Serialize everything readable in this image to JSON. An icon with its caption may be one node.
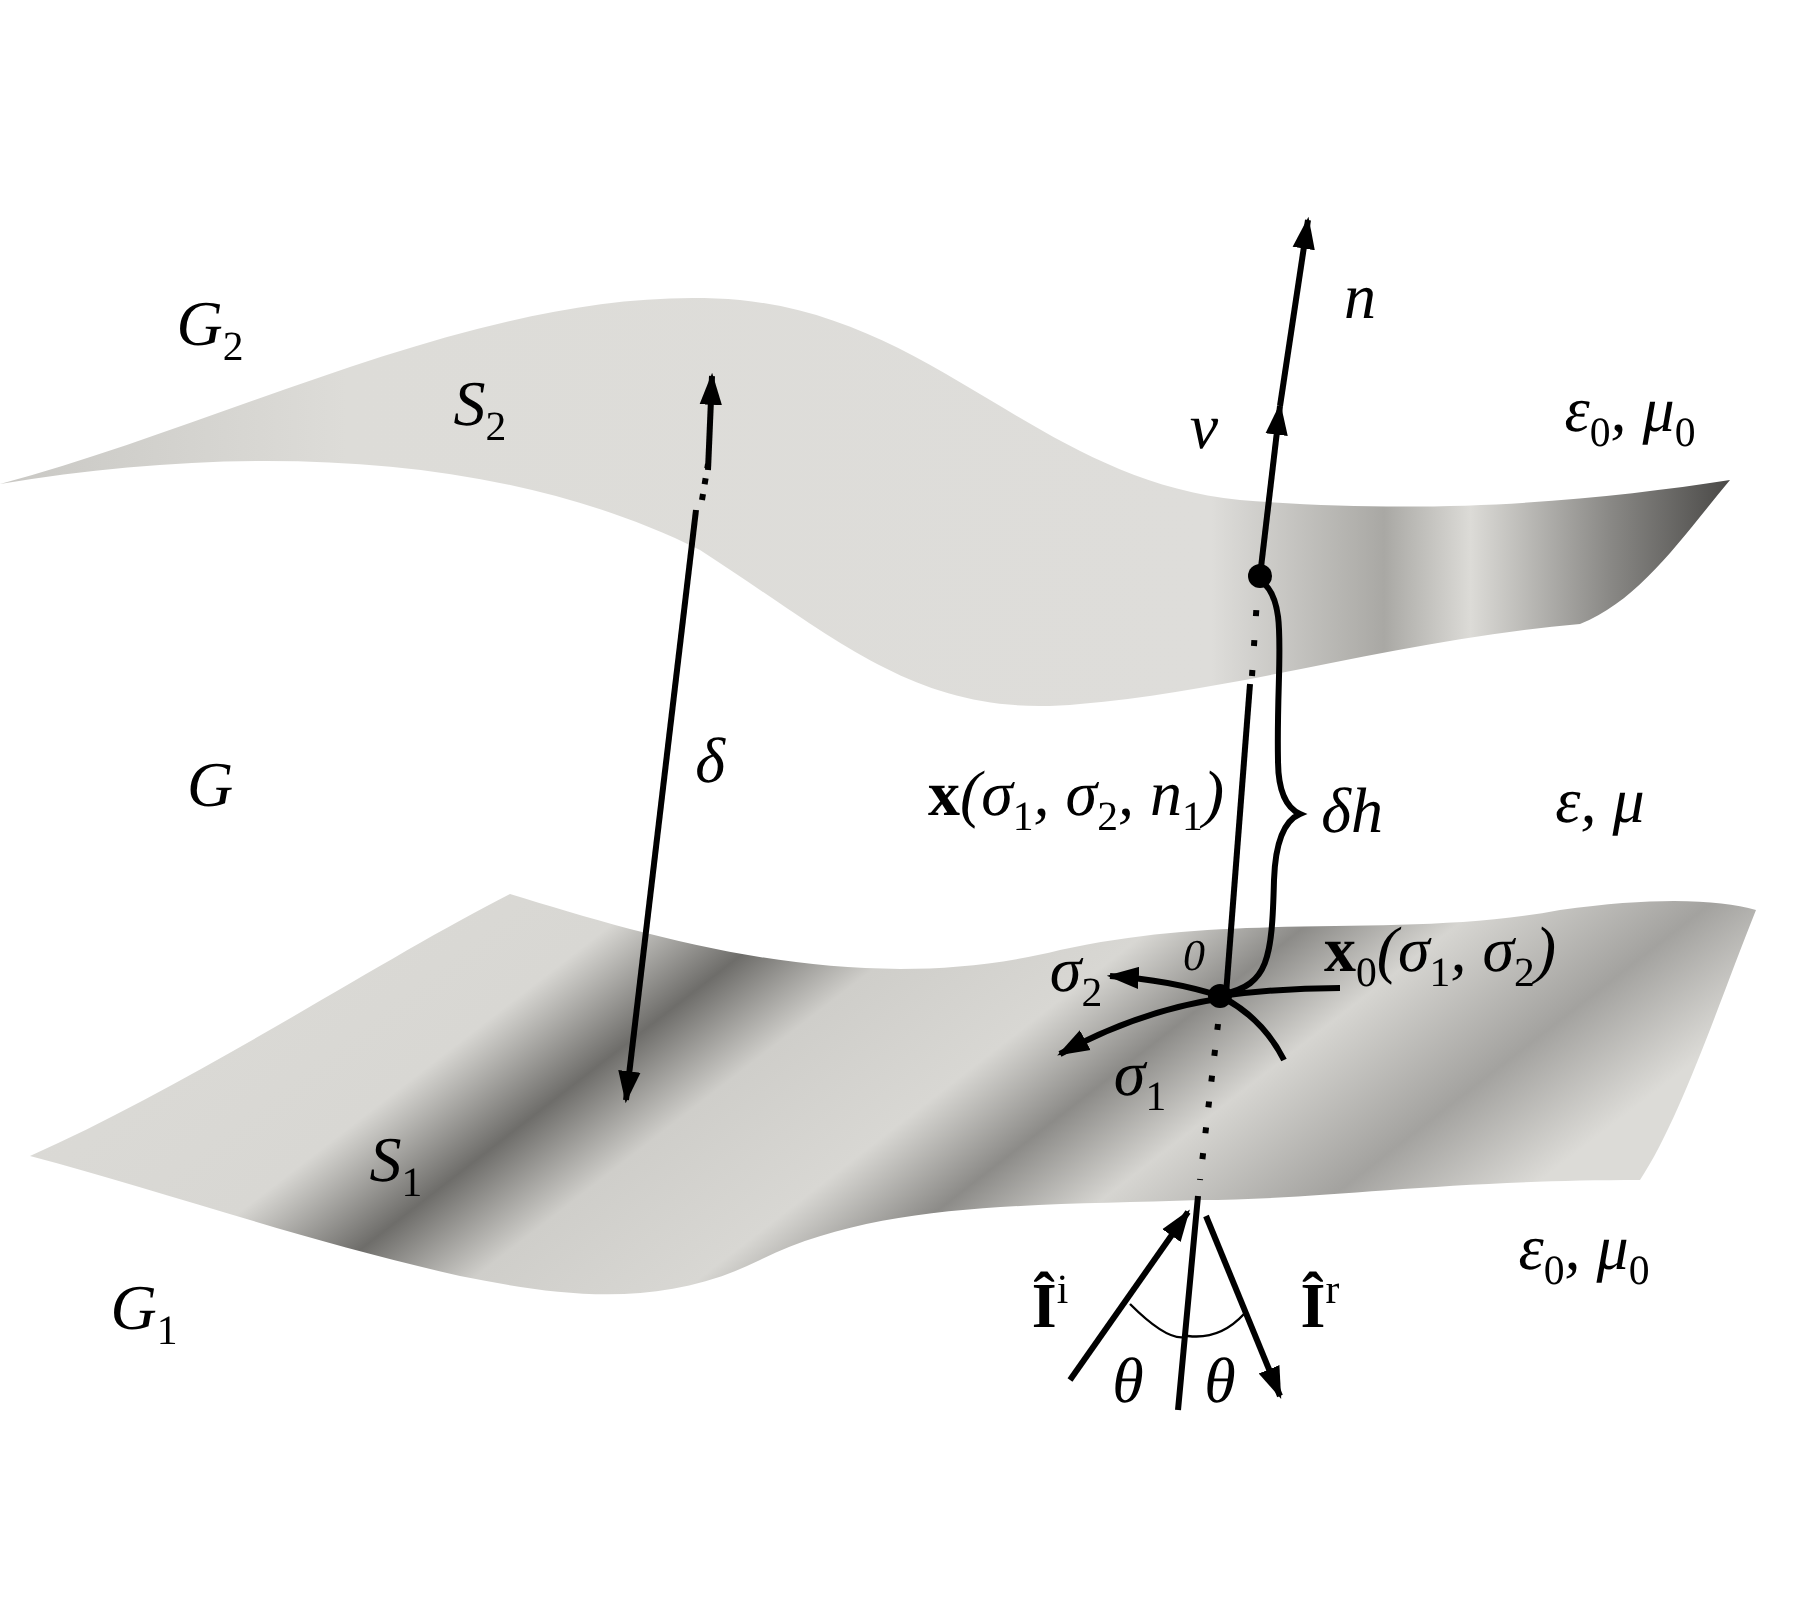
{
  "diagram": {
    "labels": [
      "G$_{2}$",
      "n",
      "S$_{2}$",
      "ν",
      "ε$_{0}$, μ$_{0}$",
      "δ",
      "G",
      "**x**(σ$_{1}$, σ$_{2}$, n$_{1}$)",
      "δh",
      "ε, μ",
      "0",
      "**x**$_{0}$(σ$_{1}$, σ$_{2}$)",
      "σ$_{2}$",
      "σ$_{1}$",
      "S$_{1}$",
      "ε$_{0}$, μ$_{0}$",
      "**Î**$^{i}$",
      "**Î**$^{r}$",
      "G$_{1}$",
      "θ",
      "θ"
    ]
  }
}
